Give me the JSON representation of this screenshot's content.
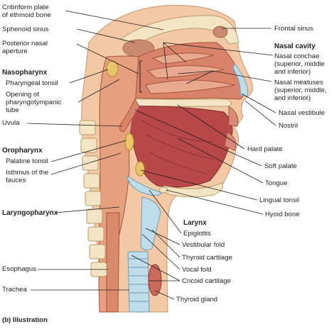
{
  "labels": {
    "cribriform": "Cribriform plate\nof ethmoid bone",
    "sphenoid": "Sphenoid sinus",
    "post_aperture": "Posterior nasal\naperture",
    "frontal": "Frontal sinus",
    "pharyngeal_tonsil": "Pharyngeal tonsil",
    "pharyngotympanic": "Opening of\npharyngotympanic\ntube",
    "uvula": "Uvula",
    "palatine_tonsil": "Palatine tonsil",
    "isthmus": "Isthmus of the\nfauces",
    "esophagus": "Esophagus",
    "trachea": "Trachea",
    "conchae": "Nasal conchae\n(superior, middle\nand inferior)",
    "meatuses": "Nasal meatuses\n(superior, middle,\nand inferior)",
    "vestibule": "Nasal vestibule",
    "nostril": "Nostril",
    "hard_palate": "Hard palate",
    "soft_palate": "Soft palate",
    "tongue": "Tongue",
    "lingual_tonsil": "Lingual tonsil",
    "hyoid": "Hyoid bone",
    "epiglottis": "Epiglottis",
    "vestibular_fold": "Vestibular fold",
    "thyroid_cartilage": "Thyroid cartilage",
    "vocal_fold": "Vocal fold",
    "cricoid": "Cricoid cartilage",
    "thyroid_gland": "Thyroid gland"
  },
  "headers": {
    "nasopharynx": "Nasopharynx",
    "oropharynx": "Oropharynx",
    "laryngopharynx": "Laryngopharynx",
    "nasal_cavity": "Nasal cavity",
    "larynx": "Larynx"
  },
  "caption": "(b) Illustration",
  "colors": {
    "skin": "#f2c9a4",
    "muscle": "#b8474a",
    "mucosa": "#e6a07d",
    "bone": "#f3e4c3",
    "cartilage": "#bfdcea",
    "tonsil": "#e9c46a",
    "leader": "#231f20"
  }
}
